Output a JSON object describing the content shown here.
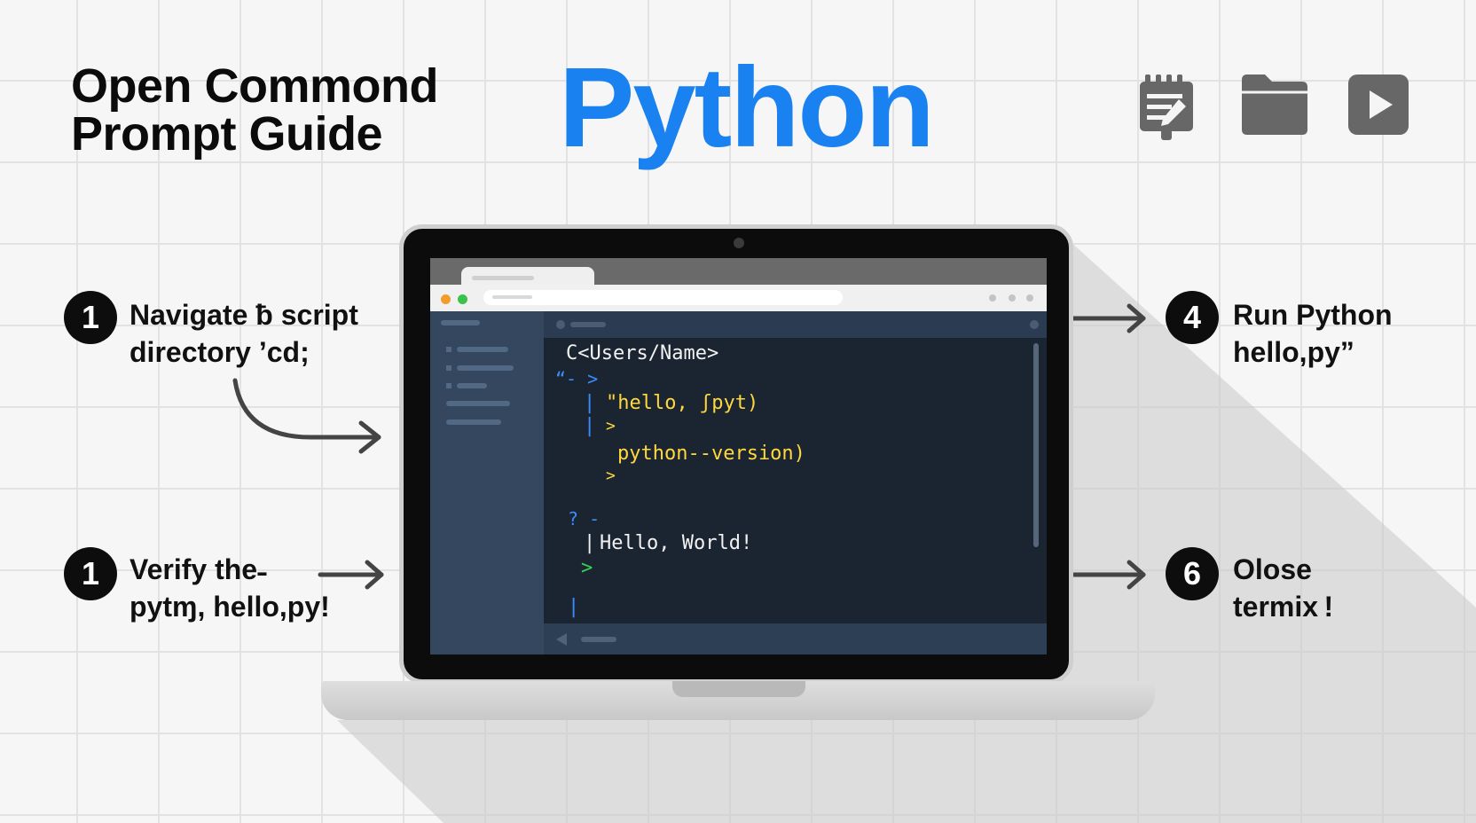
{
  "header": {
    "title_line1": "Open Commond",
    "title_line2": "Prompt Guide",
    "brand": "Python"
  },
  "top_icons": [
    "notepad-icon",
    "folder-icon",
    "play-icon"
  ],
  "steps": [
    {
      "number": "1",
      "line1": "Navigate ƀ script",
      "line2": "directory ’cd;"
    },
    {
      "number": "1",
      "line1": "Verify the˗",
      "line2": "pytɱ, hello,py!"
    },
    {
      "number": "4",
      "line1": "Run Python",
      "line2": "hello,py”"
    },
    {
      "number": "6",
      "line1": "Olose",
      "line2": "termix !"
    }
  ],
  "terminal": {
    "path": "C<Users/Name>",
    "prompt1": "“‐ >",
    "line_hello_cmd": "\"hello, ʃpyt)",
    "gt1": ">",
    "line_version": "python--version)",
    "gt2": ">",
    "prompt2": "? -",
    "output": "Hello, World!",
    "gt3": ">",
    "pipe": "|"
  },
  "colors": {
    "brand_blue": "#1a82f0",
    "terminal_bg": "#1b2431",
    "sidebar_bg": "#34475e",
    "yellow_text": "#ffd83d",
    "green_prompt": "#39d353",
    "blue_prompt": "#3b8cff"
  }
}
